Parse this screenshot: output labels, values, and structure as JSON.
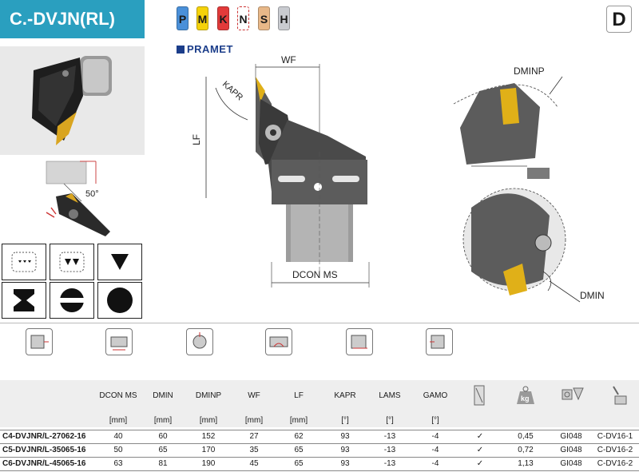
{
  "header": {
    "title": "C.-DVJN(RL) EXT",
    "section_letter": "D",
    "brand": "PRAMET"
  },
  "materials": [
    {
      "letter": "P",
      "color": "#4a90d9"
    },
    {
      "letter": "M",
      "color": "#f5d20a"
    },
    {
      "letter": "K",
      "color": "#e23a3a"
    },
    {
      "letter": "N",
      "color": "#ffffff"
    },
    {
      "letter": "S",
      "color": "#e8b888"
    },
    {
      "letter": "H",
      "color": "#c9cbd0"
    }
  ],
  "sketch": {
    "angle_label": "50°"
  },
  "drawing": {
    "wf": "WF",
    "kapr": "KAPR",
    "lf": "LF",
    "dcon_ms": "DCON MS",
    "dminp": "DMINP",
    "dmin": "DMIN"
  },
  "shape_icons": [
    {
      "name": "light-chip-icon"
    },
    {
      "name": "medium-chip-icon"
    },
    {
      "name": "heavy-chip-icon"
    },
    {
      "name": "clamp-cross-icon"
    },
    {
      "name": "clamp-round-notch-icon"
    },
    {
      "name": "clamp-full-circle-icon"
    }
  ],
  "operation_icons": [
    {
      "name": "external-turning-icon"
    },
    {
      "name": "facing-icon"
    },
    {
      "name": "coolant-icon"
    },
    {
      "name": "profiling-icon"
    },
    {
      "name": "copying-icon"
    },
    {
      "name": "back-turning-icon"
    }
  ],
  "table": {
    "columns": [
      "DCON MS",
      "DMIN",
      "DMINP",
      "WF",
      "LF",
      "KAPR",
      "LAMS",
      "GAMO"
    ],
    "units": [
      "[mm]",
      "[mm]",
      "[mm]",
      "[mm]",
      "[mm]",
      "[°]",
      "[°]",
      "[°]"
    ],
    "icon_columns": [
      "coolant-column-icon",
      "weight-kg-icon",
      "insert-geometry-icon",
      "spare-parts-icon"
    ],
    "weight_label": "kg",
    "rows": [
      {
        "code": "C4-DVJNR/L-27062-16",
        "values": [
          "40",
          "60",
          "152",
          "27",
          "62",
          "93",
          "-13",
          "-4"
        ],
        "check": "✓",
        "weight": "0,45",
        "insert": "GI048",
        "spare": "C-DV16-1"
      },
      {
        "code": "C5-DVJNR/L-35065-16",
        "values": [
          "50",
          "65",
          "170",
          "35",
          "65",
          "93",
          "-13",
          "-4"
        ],
        "check": "✓",
        "weight": "0,72",
        "insert": "GI048",
        "spare": "C-DV16-2"
      },
      {
        "code": "C6-DVJNR/L-45065-16",
        "values": [
          "63",
          "81",
          "190",
          "45",
          "65",
          "93",
          "-13",
          "-4"
        ],
        "check": "✓",
        "weight": "1,13",
        "insert": "GI048",
        "spare": "C-DV16-2"
      }
    ]
  }
}
